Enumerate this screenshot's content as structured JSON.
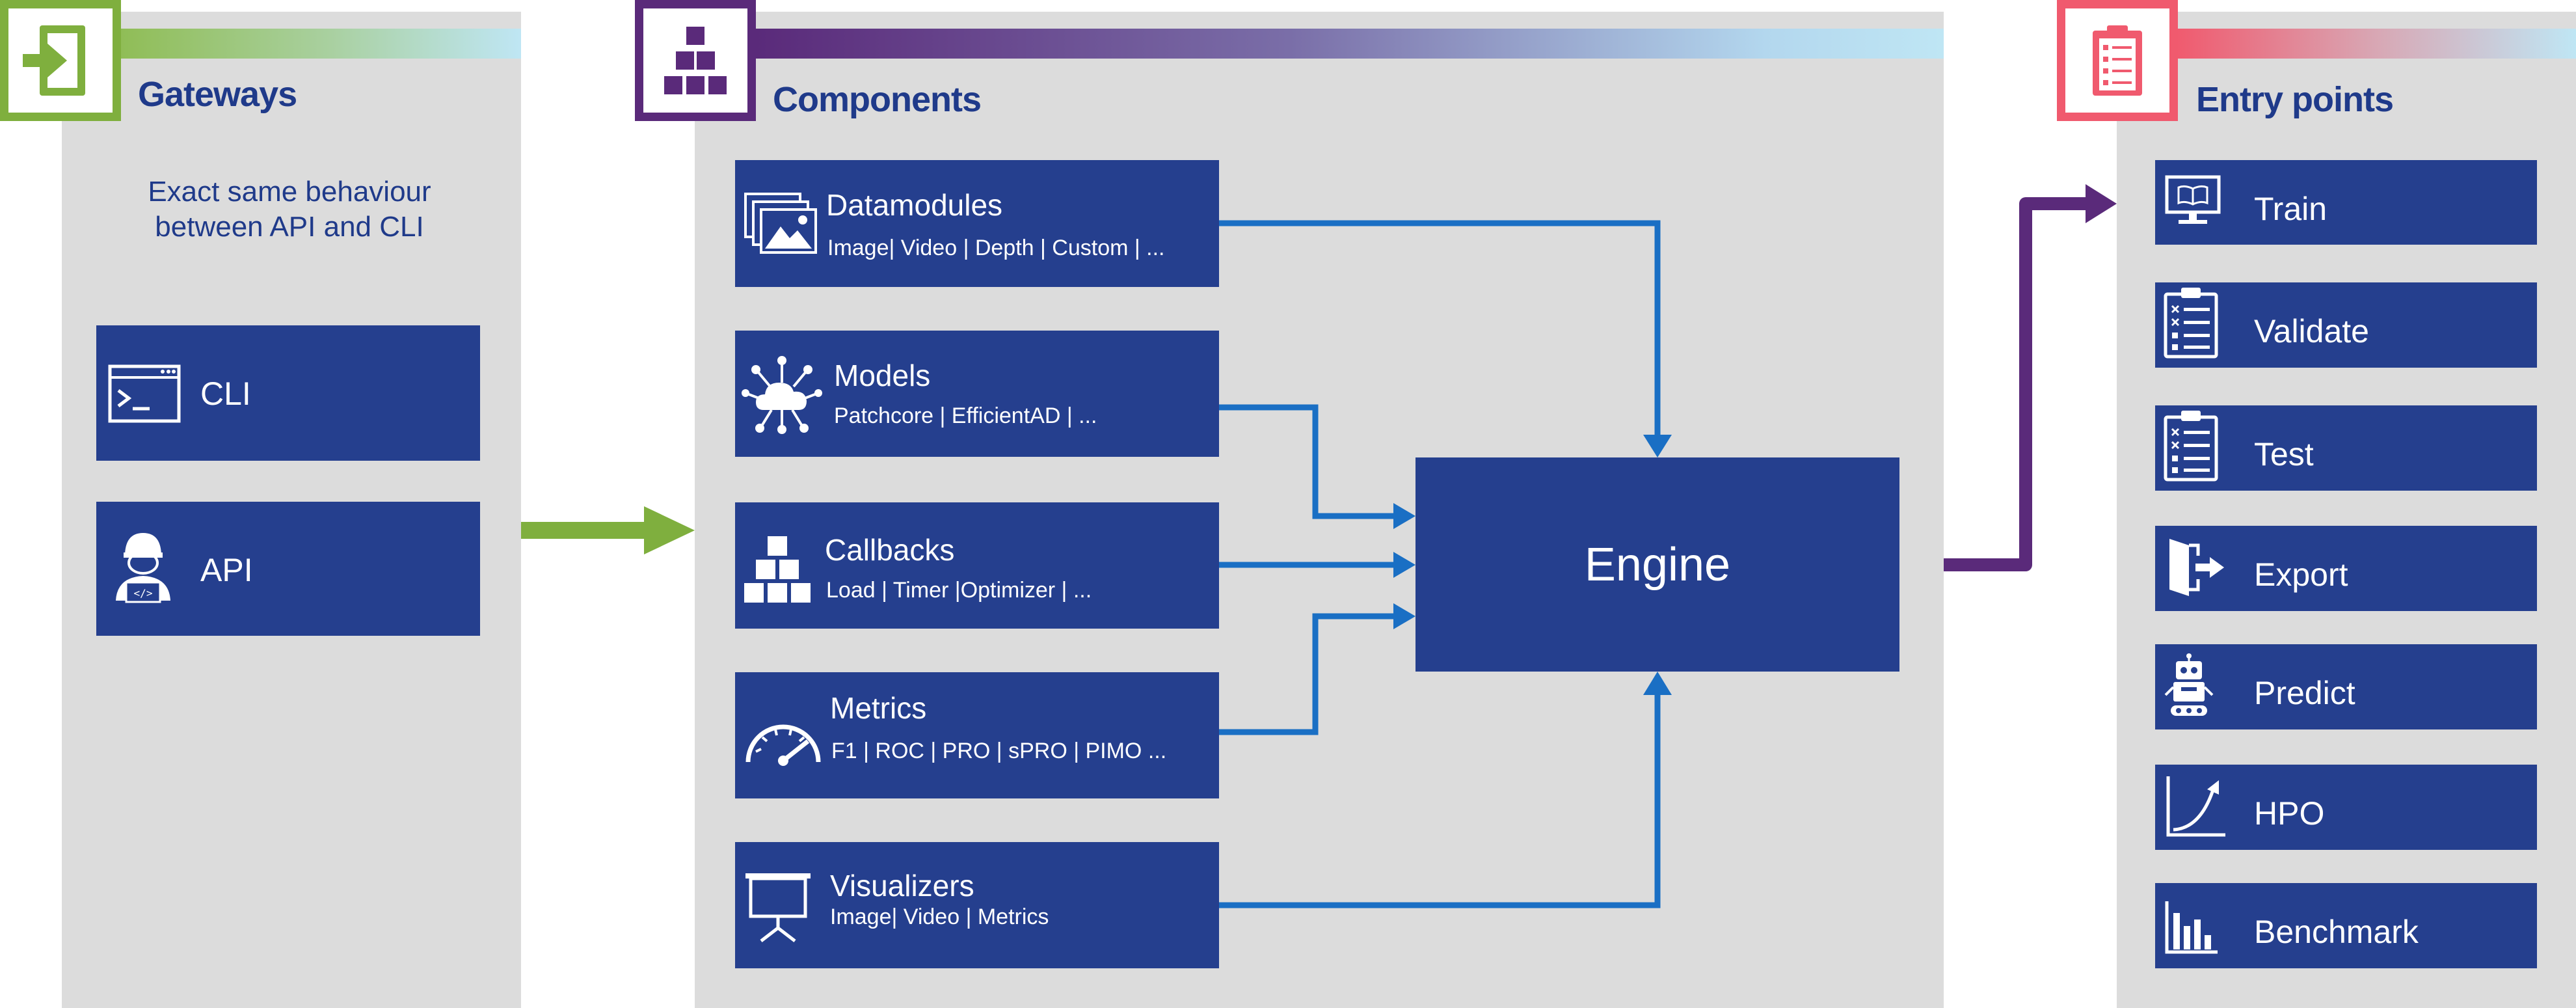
{
  "colors": {
    "panel": "#dcdcdc",
    "box": "#253f8e",
    "title": "#1f3a8a",
    "gateways_accent": "#7faf3e",
    "components_accent": "#5a2a7a",
    "entry_accent": "#f05a6e",
    "connector": "#1a6fc4",
    "exit_arrow": "#5a2a7a"
  },
  "gateways": {
    "title": "Gateways",
    "description": "Exact same behaviour between API and CLI",
    "items": [
      {
        "label": "CLI",
        "icon": "terminal-icon"
      },
      {
        "label": "API",
        "icon": "developer-icon"
      }
    ]
  },
  "components": {
    "title": "Components",
    "items": [
      {
        "label": "Datamodules",
        "sub": "Image| Video | Depth | Custom | ...",
        "icon": "images-icon"
      },
      {
        "label": "Models",
        "sub": "Patchcore | EfficientAD | ...",
        "icon": "cloud-network-icon"
      },
      {
        "label": "Callbacks",
        "sub": "Load | Timer |Optimizer | ...",
        "icon": "boxes-icon"
      },
      {
        "label": "Metrics",
        "sub": "F1 | ROC | PRO | sPRO | PIMO ...",
        "icon": "gauge-icon"
      },
      {
        "label": "Visualizers",
        "sub": "Image| Video | Metrics",
        "icon": "presentation-icon"
      }
    ],
    "engine": "Engine"
  },
  "entry_points": {
    "title": "Entry points",
    "items": [
      {
        "label": "Train",
        "icon": "monitor-book-icon"
      },
      {
        "label": "Validate",
        "icon": "checklist-icon"
      },
      {
        "label": "Test",
        "icon": "checklist-icon"
      },
      {
        "label": "Export",
        "icon": "door-exit-icon"
      },
      {
        "label": "Predict",
        "icon": "robot-icon"
      },
      {
        "label": "HPO",
        "icon": "growth-curve-icon"
      },
      {
        "label": "Benchmark",
        "icon": "bar-chart-icon"
      }
    ]
  }
}
